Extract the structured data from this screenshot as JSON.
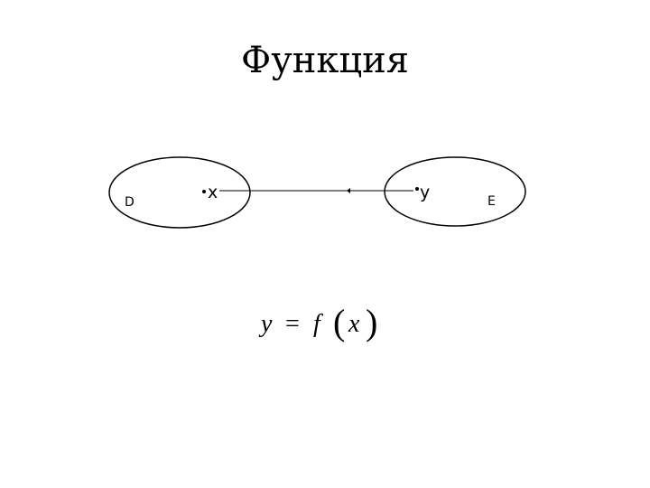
{
  "slide": {
    "title": "Функция"
  },
  "diagram": {
    "domain_set_label": "D",
    "codomain_set_label": "E",
    "domain_element_label": "x",
    "codomain_element_label": "y"
  },
  "formula": {
    "lhs": "y",
    "equals": "=",
    "function_name": "f",
    "open_paren": "(",
    "argument": "x",
    "close_paren": ")"
  }
}
